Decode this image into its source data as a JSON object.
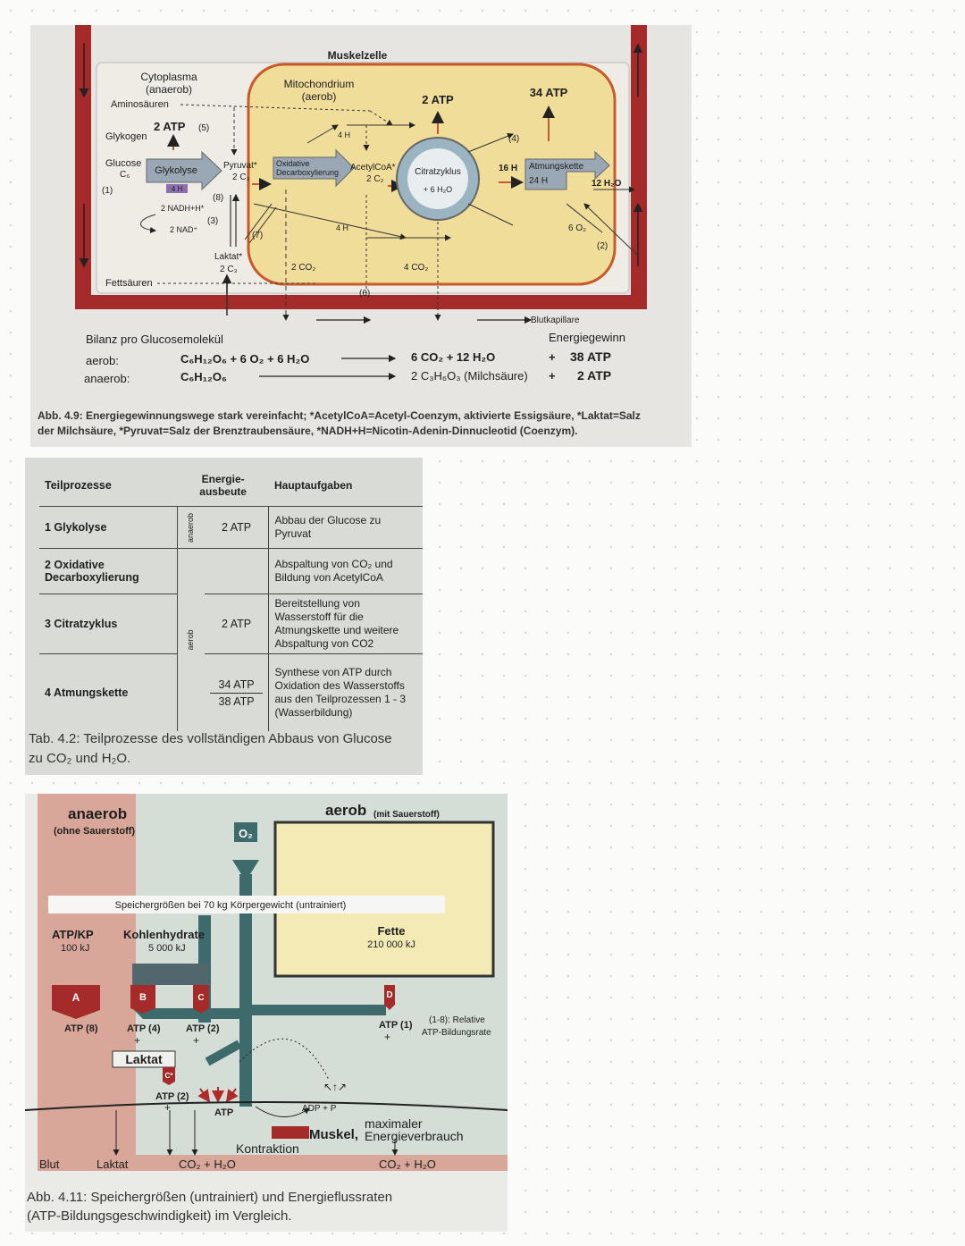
{
  "fig49": {
    "title": "Muskelzelle",
    "cytoplasma": "Cytoplasma",
    "anaerob_paren": "(anaerob)",
    "mitochondrium": "Mitochondrium",
    "aerob_paren": "(aerob)",
    "aminosaeuren": "Aminosäuren",
    "glykogen": "Glykogen",
    "glucose": "Glucose",
    "c6": "C₆",
    "n1": "(1)",
    "glykolyse": "Glykolyse",
    "four_h": "4 H",
    "atp2_5": "2 ATP",
    "n5": "(5)",
    "pyruvat": "Pyruvat*",
    "two_c3": "2 C₃",
    "n8": "(8)",
    "nadh": "2 NADH+H*",
    "nad": "2 NAD⁺",
    "n3": "(3)",
    "n7": "(7)",
    "laktat": "Laktat*",
    "laktat_c3": "2 C₃",
    "fettsaeuren": "Fettsäuren",
    "oxidative": "Oxidative",
    "decarb": "Decarboxylierung",
    "acetylcoa": "AcetylCoA*",
    "two_c2": "2 C₂",
    "four_h_top": "4 H",
    "four_h_mid": "4 H",
    "two_co2": "2 CO₂",
    "n6": "(6)",
    "atp2_mid": "2 ATP",
    "citratzyklus": "Citratzyklus",
    "plus_6h2o": "+ 6 H₂O",
    "four_co2": "4 CO₂",
    "atp34": "34 ATP",
    "n4": "(4)",
    "sixteen_h": "16 H",
    "atmungskette": "Atmungskette",
    "twentyfour_h": "24 H",
    "twelve_h2o": "12 H₂O",
    "six_o2": "6 O₂",
    "n2": "(2)",
    "blutkapillare": "Blutkapillare",
    "bilanz": "Bilanz pro Glucosemolekül",
    "energiegewinn": "Energiegewinn",
    "aerob_label": "aerob:",
    "aerob_eq_left": "C₆H₁₂O₆ + 6 O₂ + 6 H₂O",
    "aerob_eq_right": "6 CO₂ + 12 H₂O",
    "aerob_plus": "+",
    "aerob_atp": "38 ATP",
    "anaerob_label": "anaerob:",
    "anaerob_eq_left": "C₆H₁₂O₆",
    "anaerob_eq_right": "2 C₃H₆O₃ (Milchsäure)",
    "anaerob_plus": "+",
    "anaerob_atp": "2 ATP",
    "caption1": "Abb. 4.9: Energiegewinnungswege stark vereinfacht; *AcetylCoA=Acetyl-Coenzym, aktivierte Essigsäure, *Laktat=Salz",
    "caption2": "der Milchsäure, *Pyruvat=Salz der Brenztraubensäure, *NADH+H=Nicotin-Adenin-Dinnucleotid (Coenzym)."
  },
  "table42": {
    "headers": [
      "Teilprozesse",
      "Energie-\nausbeute",
      "Hauptaufgaben"
    ],
    "header_e1": "Energie-",
    "header_e2": "ausbeute",
    "anaerob_vert": "anaerob",
    "aerob_vert": "aerob",
    "rows": [
      {
        "proc": "1 Glykolyse",
        "yield": "2 ATP",
        "task": "Abbau der Glucose zu Pyruvat"
      },
      {
        "proc": "2 Oxidative Decarboxylierung",
        "yield": "",
        "task": "Abspaltung von CO₂ und Bildung von AcetylCoA"
      },
      {
        "proc": "3 Citratzyklus",
        "yield": "2 ATP",
        "task": "Bereitstellung von Wasserstoff für die Atmungskette und weitere Abspaltung von CO2"
      },
      {
        "proc": "4 Atmungskette",
        "yield": "34 ATP",
        "yield_total": "38 ATP",
        "task": "Synthese von ATP durch Oxidation des Wasserstoffs aus den Teilprozessen 1 - 3 (Wasserbildung)"
      }
    ],
    "caption1": "Tab. 4.2: Teilprozesse des vollständigen Abbaus von Glucose",
    "caption2": "zu CO₂ und H₂O."
  },
  "fig411": {
    "anaerob": "anaerob",
    "anaerob_sub": "(ohne Sauerstoff)",
    "o2": "O₂",
    "aerob": "aerob",
    "aerob_sub": "(mit Sauerstoff)",
    "speicher": "Speichergrößen bei 70 kg Körpergewicht (untrainiert)",
    "atp_kp": "ATP/KP",
    "atp_kp_kj": "100 kJ",
    "kohlenhydrate": "Kohlenhydrate",
    "kohlenhydrate_kj": "5 000 kJ",
    "fette": "Fette",
    "fette_kj": "210 000 kJ",
    "a": "A",
    "b": "B",
    "c": "C",
    "c_star": "C*",
    "d": "D",
    "atp8": "ATP (8)",
    "atp4": "ATP (4)",
    "atp2_c": "ATP (2)",
    "atp2_cstar": "ATP (2)",
    "atp1": "ATP (1)",
    "plus": "+",
    "rate_note1": "(1-8): Relative",
    "rate_note2": "ATP-Bildungsrate",
    "laktat": "Laktat",
    "atp": "ATP",
    "adp_p": "ADP + P",
    "kontraktion": "Kontraktion",
    "muskel": "Muskel,",
    "max1": "maximaler",
    "max2": "Energieverbrauch",
    "blut": "Blut",
    "laktat_bottom": "Laktat",
    "co2_h2o_left": "CO₂  +  H₂O",
    "co2_h2o_right": "CO₂  +  H₂O",
    "caption1": "Abb. 4.11: Speichergrößen (untrainiert) und Energieflussraten",
    "caption2": "(ATP-Bildungsgeschwindigkeit) im Vergleich."
  }
}
